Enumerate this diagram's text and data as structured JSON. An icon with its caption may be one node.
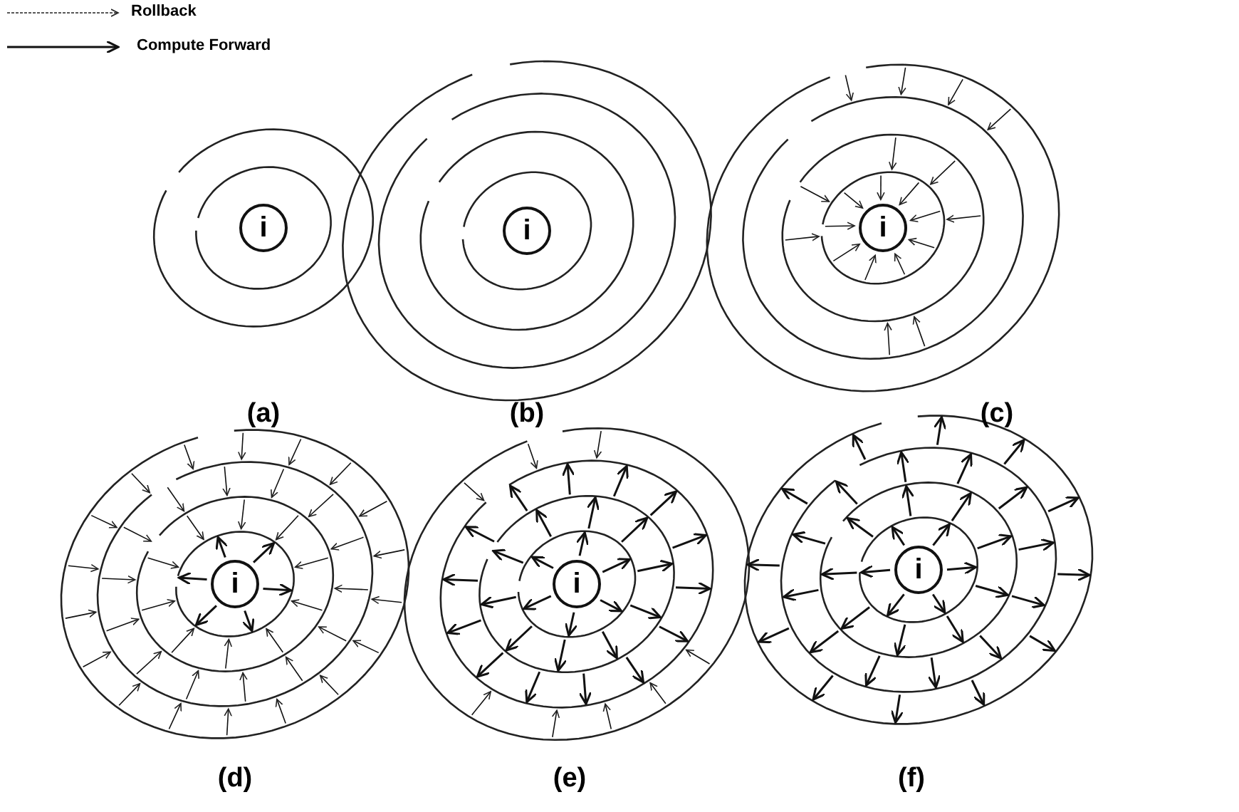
{
  "diagram": {
    "nodes": [
      {
        "text": [
          "i"
        ]
      },
      {
        "text": [
          "i"
        ]
      },
      {
        "text": [
          "i"
        ]
      },
      {
        "text": [
          "i"
        ]
      },
      {
        "text": [
          "i"
        ]
      },
      {
        "text": [
          "i"
        ]
      }
    ],
    "labels": [
      "(a)",
      "(b)",
      "(c)",
      "(d)",
      "(e)",
      "(f)"
    ],
    "legend": [
      {
        "text": "Rollback"
      },
      {
        "text": "Compute Forward"
      }
    ]
  }
}
